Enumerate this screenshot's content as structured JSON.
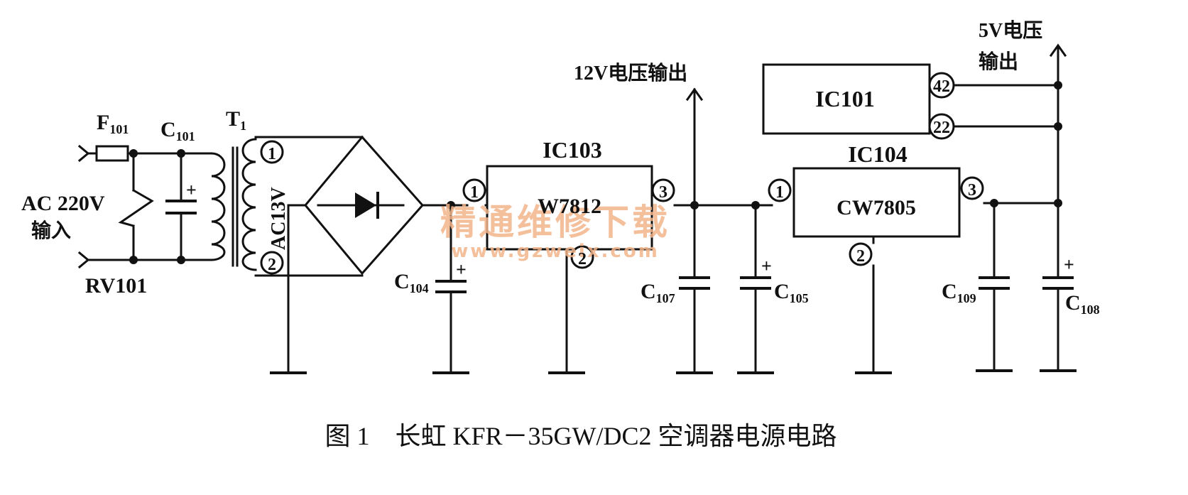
{
  "labels": {
    "fuse": "F",
    "fuse_sub": "101",
    "cap_c101": "C",
    "cap_c101_sub": "101",
    "transformer": "T",
    "transformer_sub": "1",
    "ac_input_line1": "AC 220V",
    "ac_input_line2": "输入",
    "varistor": "RV101",
    "secondary_voltage": "AC13V",
    "pin1": "1",
    "pin2": "2",
    "pin3": "3",
    "cap_c104": "C",
    "cap_c104_sub": "104",
    "ic103_name": "IC103",
    "ic103_part": "W7812",
    "out12v": "12V电压输出",
    "cap_c107": "C",
    "cap_c107_sub": "107",
    "cap_c105": "C",
    "cap_c105_sub": "105",
    "ic104_name": "IC104",
    "ic104_part": "CW7805",
    "ic101_name": "IC101",
    "pin42": "42",
    "pin22": "22",
    "out5v_line1": "5V电压",
    "out5v_line2": "输出",
    "cap_c109": "C",
    "cap_c109_sub": "109",
    "cap_c108": "C",
    "cap_c108_sub": "108",
    "plus": "+",
    "caption": "图 1　长虹 KFR－35GW/DC2 空调器电源电路"
  },
  "watermark": {
    "line1": "精通维修下载",
    "line2": "www.gzweix.com",
    "color": "#f3b48a"
  }
}
